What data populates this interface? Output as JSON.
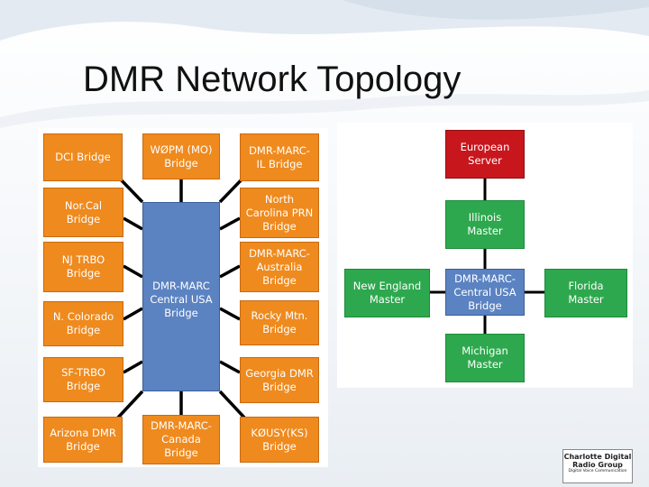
{
  "slide": {
    "title": "DMR Network Topology"
  },
  "left_diagram": {
    "boxes": {
      "dci": "DCI Bridge",
      "w0pm": "WØPM (MO)\nBridge",
      "il": "DMR-MARC-\nIL Bridge",
      "norcal": "Nor.Cal\nBridge",
      "nc_prn": "North\nCarolina PRN\nBridge",
      "nj": "NJ TRBO\nBridge",
      "australia": "DMR-MARC-\nAustralia\nBridge",
      "central": "DMR-MARC\nCentral USA\nBridge",
      "colorado": "N. Colorado\nBridge",
      "rocky": "Rocky Mtn.\nBridge",
      "sf": "SF-TRBO\nBridge",
      "georgia": "Georgia DMR\nBridge",
      "arizona": "Arizona DMR\nBridge",
      "canada": "DMR-MARC-\nCanada\nBridge",
      "k0usy": "KØUSY(KS)\nBridge"
    },
    "colors": {
      "spoke": "#ef8a1e",
      "hub": "#5b83c2",
      "link": "#000000"
    }
  },
  "right_diagram": {
    "boxes": {
      "european": "European\nServer",
      "illinois": "Illinois\nMaster",
      "new_england": "New England\nMaster",
      "central": "DMR-MARC-\nCentral USA\nBridge",
      "florida": "Florida\nMaster",
      "michigan": "Michigan\nMaster"
    },
    "colors": {
      "master": "#2ea84e",
      "server": "#c8161d",
      "hub": "#5b83c2"
    }
  },
  "logo": {
    "line1": "Charlotte Digital",
    "line2": "Radio Group",
    "tagline": "Digital Voice Communication"
  }
}
